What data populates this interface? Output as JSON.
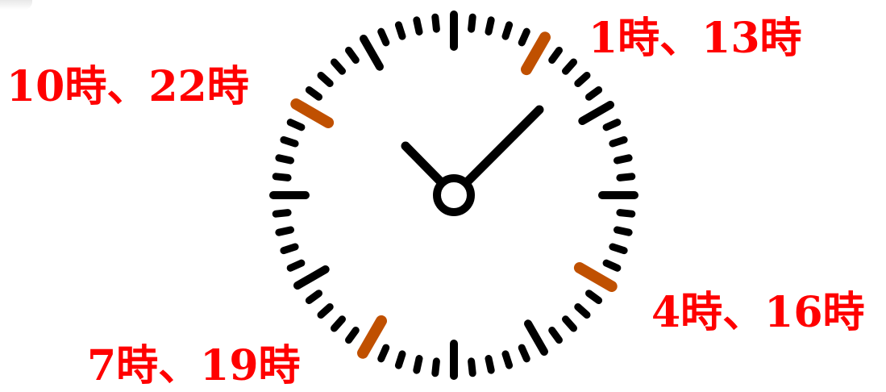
{
  "labels": {
    "h1": "1時、13時",
    "h10": "10時、22時",
    "h4": "4時、16時",
    "h7": "7時、19時"
  },
  "colors": {
    "tick": "#000000",
    "highlight_tick": "#c05000",
    "label_text": "#ff0000",
    "background": "#ffffff"
  },
  "clock": {
    "highlighted_hours": [
      1,
      4,
      7,
      10
    ],
    "hour_hand_points_to": 10,
    "minute_hand_points_to_minute": 7
  }
}
